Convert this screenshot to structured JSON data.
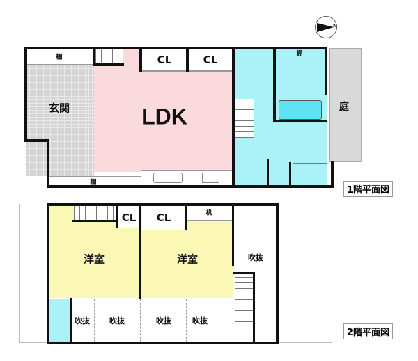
{
  "compass": {
    "label": "N",
    "icon": "north-arrow-icon"
  },
  "floor1": {
    "title": "1階平面図",
    "rooms": {
      "entrance": "玄関",
      "ldk": "LDK",
      "closet_a": "CL",
      "closet_b": "CL",
      "shelf_top": "棚",
      "shelf_bottom": "棚",
      "shelf_bath": "棚",
      "garden": "庭"
    },
    "colors": {
      "ldk": "#fadadd",
      "wet_area": "#aaf2f8",
      "entrance": "#d4d4d4",
      "garden": "#d9d9d9"
    }
  },
  "floor2": {
    "title": "2階平面図",
    "rooms": {
      "western_room_1": "洋室",
      "western_room_2": "洋室",
      "closet_a": "CL",
      "closet_b": "CL",
      "desk": "机",
      "void_right": "吹抜",
      "void_1": "吹抜",
      "void_2": "吹抜",
      "void_3": "吹抜",
      "void_4": "吹抜"
    },
    "colors": {
      "western_room": "#fbf7b4",
      "toilet": "#aaf2f8"
    }
  }
}
